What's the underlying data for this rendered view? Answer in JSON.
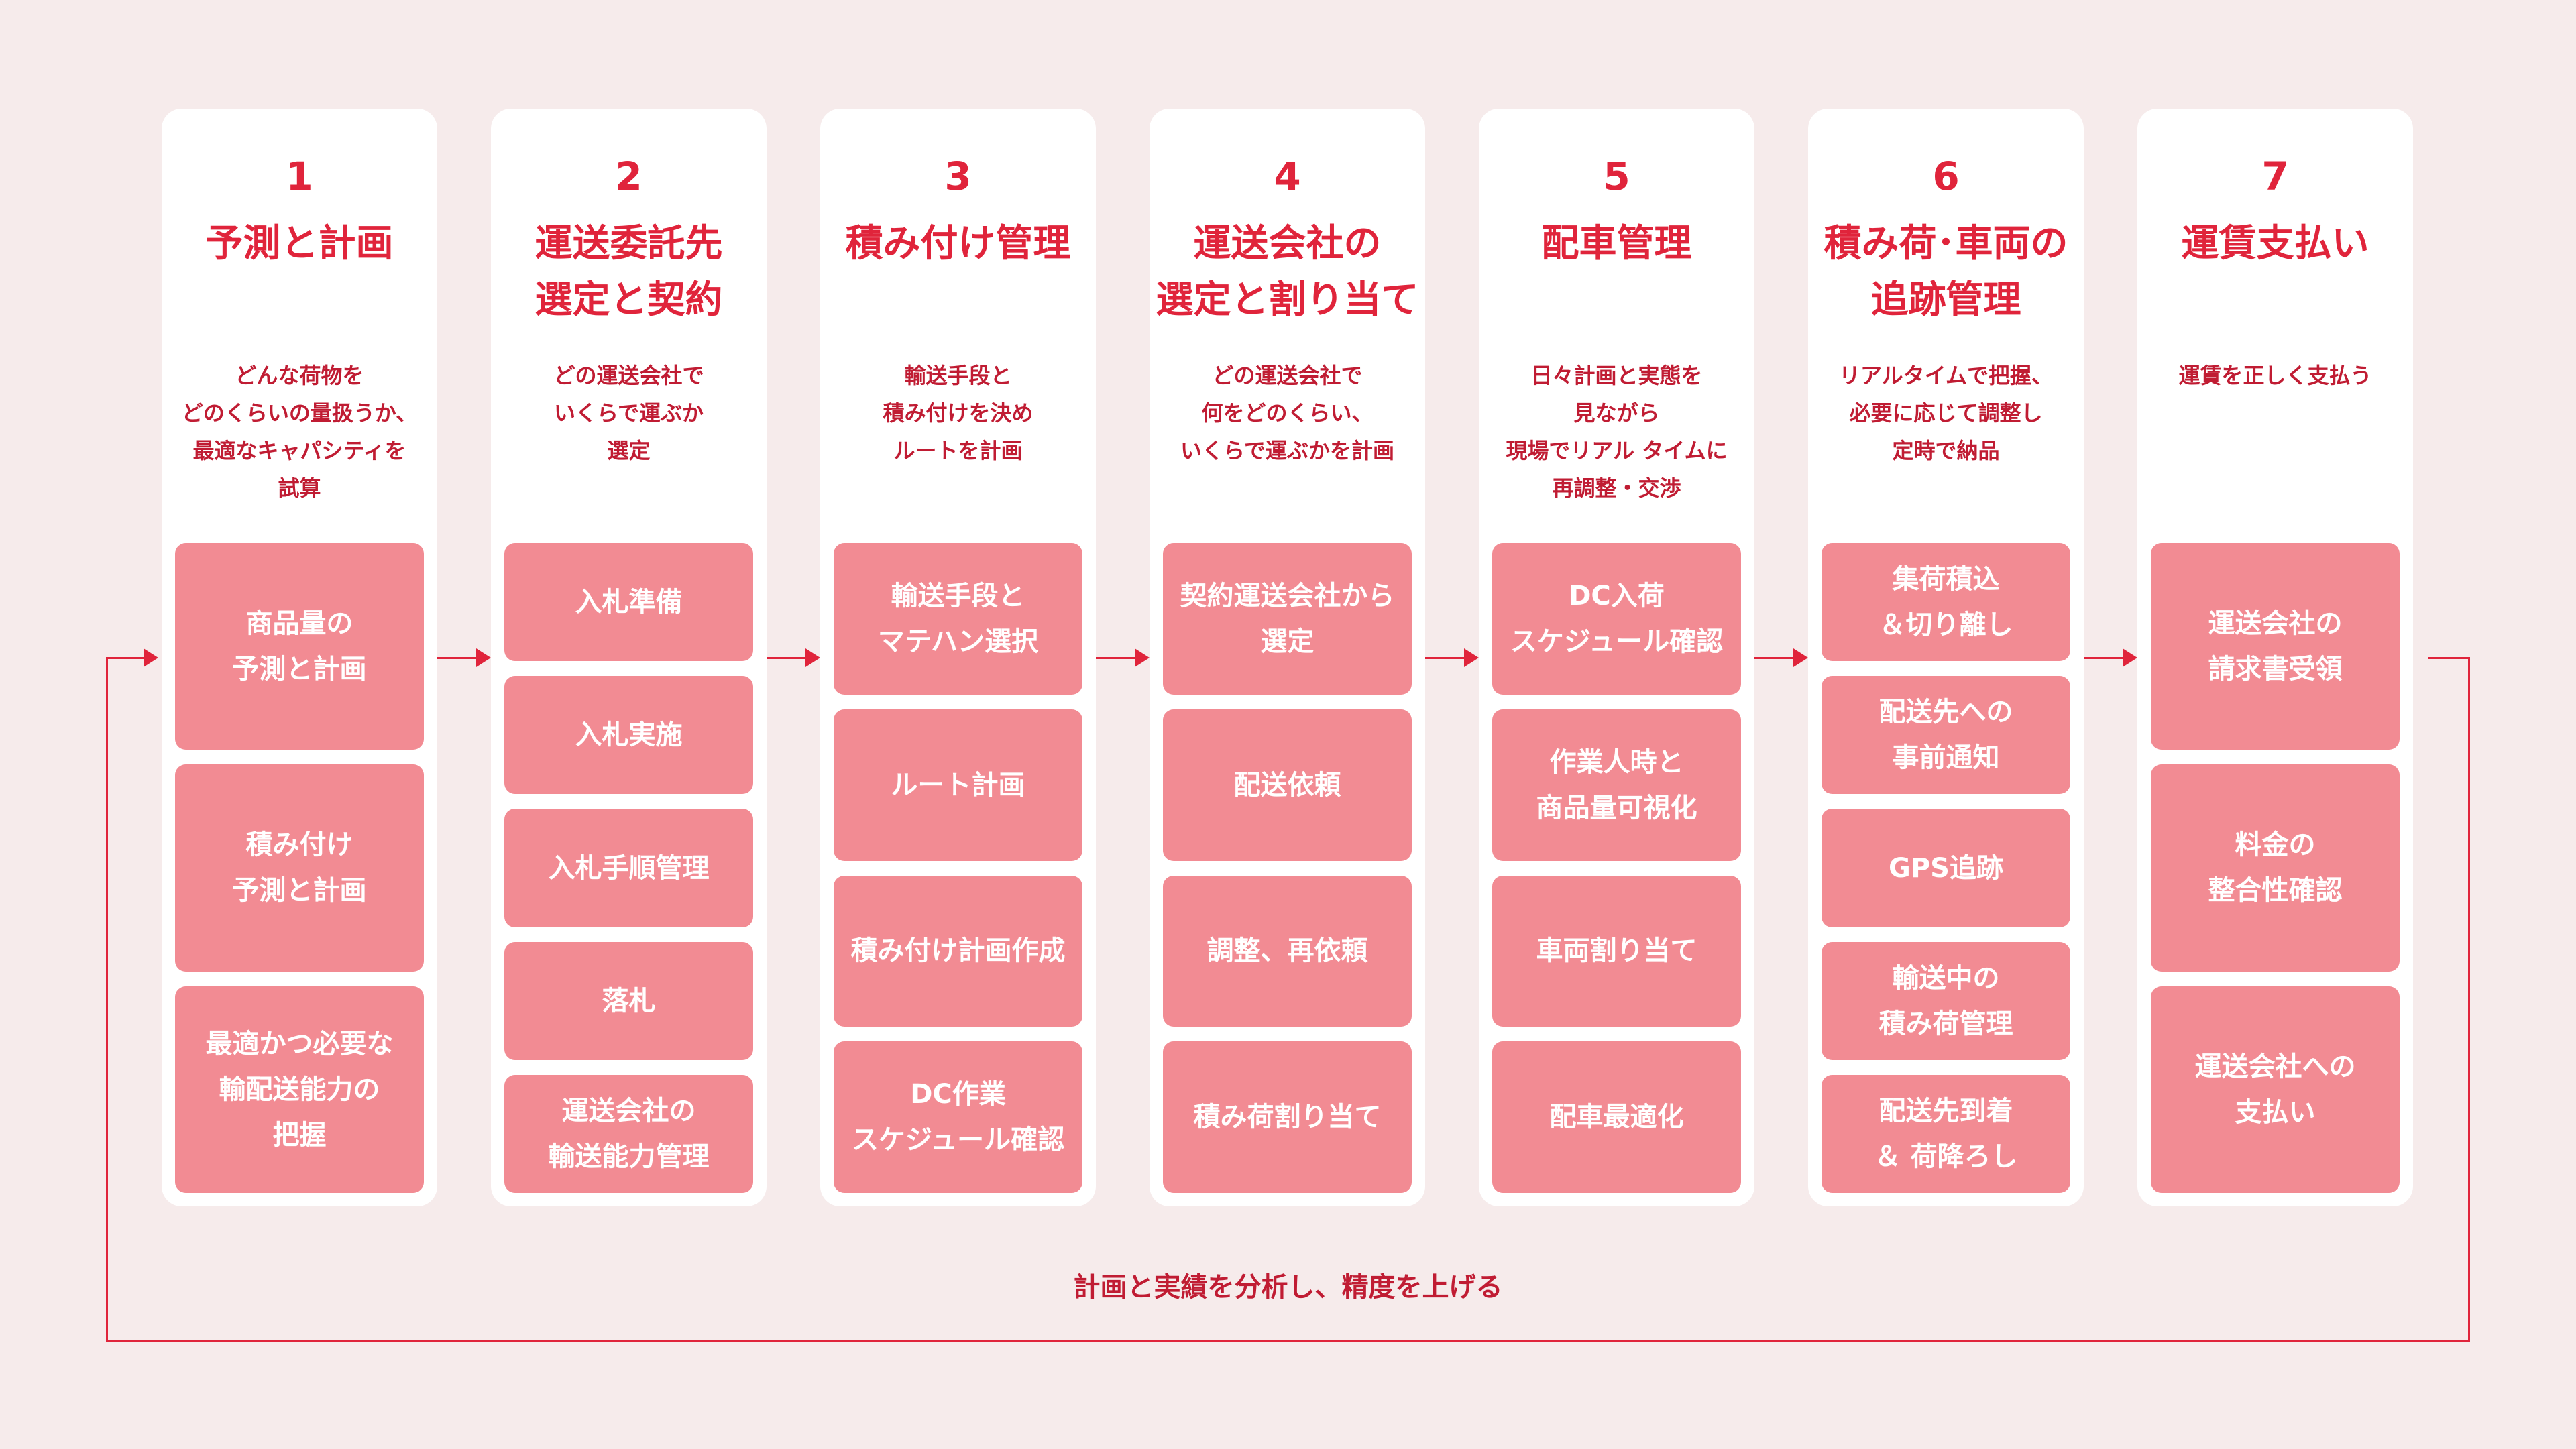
{
  "steps": [
    {
      "number": "1",
      "title": "予測と計画",
      "description": "どんな荷物を\nどのくらいの量扱うか、\n最適なキャパシティを\n試算",
      "boxes": [
        "商品量の\n予測と計画",
        "積み付け\n予測と計画",
        "最適かつ必要な\n輸配送能力の\n把握"
      ]
    },
    {
      "number": "2",
      "title": "運送委託先\n選定と契約",
      "description": "どの運送会社で\nいくらで運ぶか\n選定",
      "boxes": [
        "入札準備",
        "入札実施",
        "入札手順管理",
        "落札",
        "運送会社の\n輸送能力管理"
      ]
    },
    {
      "number": "3",
      "title": "積み付け管理",
      "description": "輸送手段と\n積み付けを決め\nルートを計画",
      "boxes": [
        "輸送手段と\nマテハン選択",
        "ルート計画",
        "積み付け計画作成",
        "DC作業\nスケジュール確認"
      ]
    },
    {
      "number": "4",
      "title": "運送会社の\n選定と割り当て",
      "description": "どの運送会社で\n何をどのくらい、\nいくらで運ぶかを計画",
      "boxes": [
        "契約運送会社から\n選定",
        "配送依頼",
        "調整、再依頼",
        "積み荷割り当て"
      ]
    },
    {
      "number": "5",
      "title": "配車管理",
      "description": "日々計画と実態を\n見ながら\n現場でリアル タイムに\n再調整・交渉",
      "boxes": [
        "DC入荷\nスケジュール確認",
        "作業人時と\n商品量可視化",
        "車両割り当て",
        "配車最適化"
      ]
    },
    {
      "number": "6",
      "title": "積み荷･車両の\n追跡管理",
      "description": "リアルタイムで把握、\n必要に応じて調整し\n定時で納品",
      "boxes": [
        "集荷積込\n＆切り離し",
        "配送先への\n事前通知",
        "GPS追跡",
        "輸送中の\n積み荷管理",
        "配送先到着\n＆ 荷降ろし"
      ]
    },
    {
      "number": "7",
      "title": "運賃支払い",
      "description": "運賃を正しく支払う",
      "boxes": [
        "運送会社の\n請求書受領",
        "料金の\n整合性確認",
        "運送会社への\n支払い"
      ]
    }
  ],
  "feedback_label": "計画と実績を分析し、精度を上げる",
  "colors": {
    "background": "#f6ebeb",
    "accent": "#e0243b",
    "box": "#f28b93",
    "card": "#ffffff"
  }
}
